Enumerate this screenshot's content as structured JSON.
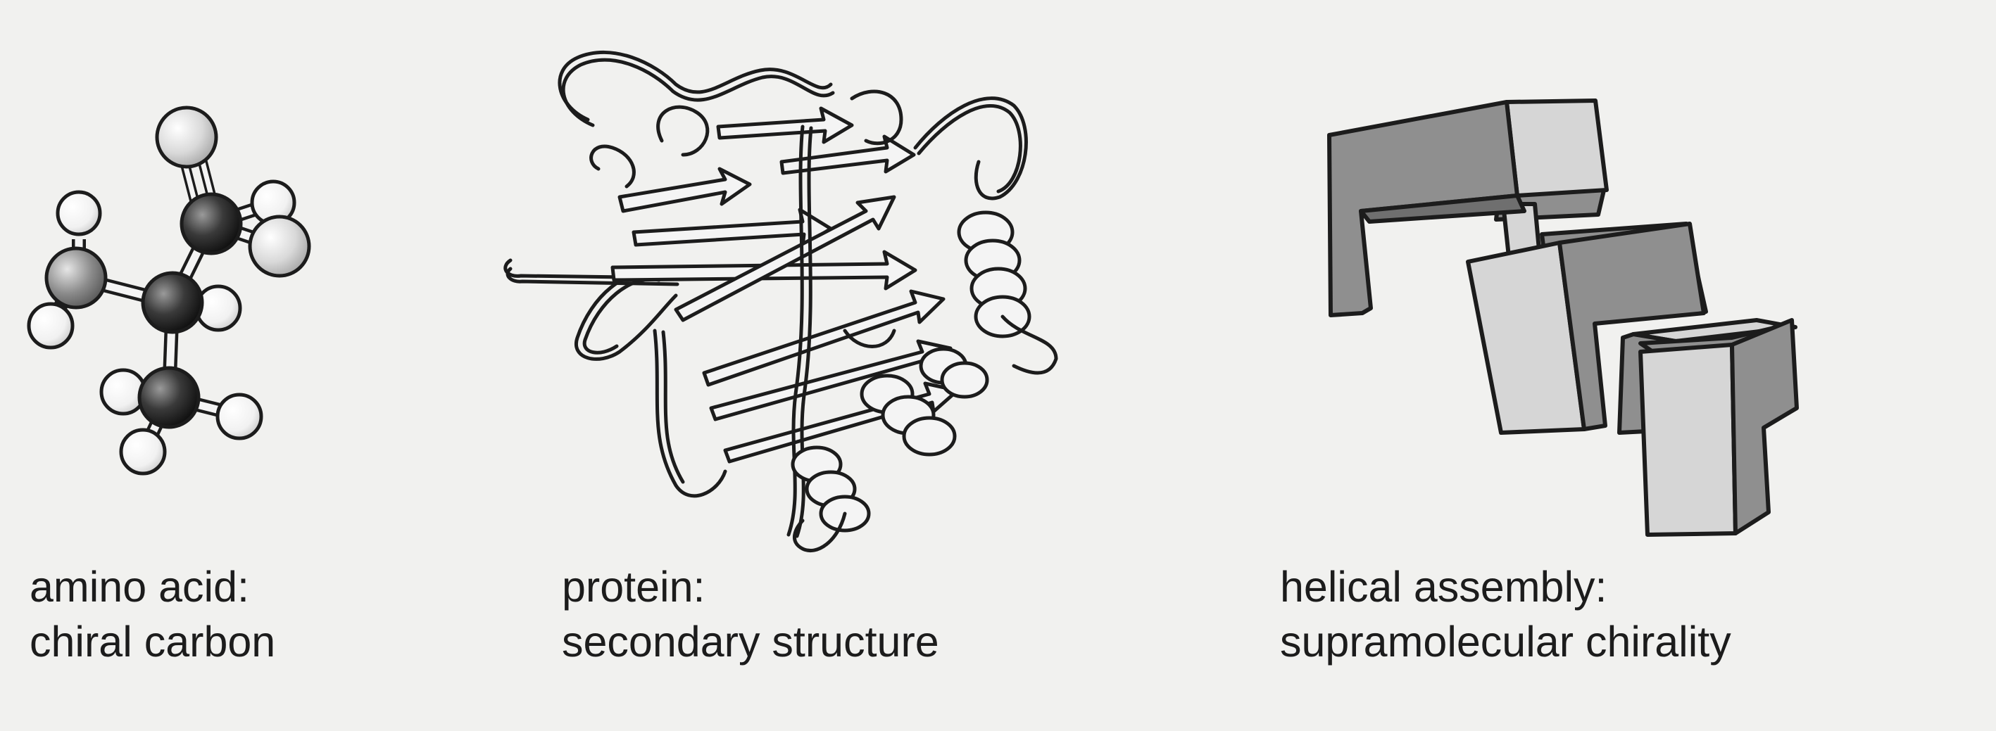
{
  "panels": [
    {
      "caption_line1": "amino acid:",
      "caption_line2": "chiral carbon"
    },
    {
      "caption_line1": "protein:",
      "caption_line2": "secondary structure"
    },
    {
      "caption_line1": "helical assembly:",
      "caption_line2": "supramolecular chirality"
    }
  ],
  "colors": {
    "background": "#f1f1ef",
    "outline": "#1c1c1c",
    "dark_face": "#8f8f8f",
    "light_face": "#d6d6d6",
    "white_atom": "#f4f4f4"
  }
}
